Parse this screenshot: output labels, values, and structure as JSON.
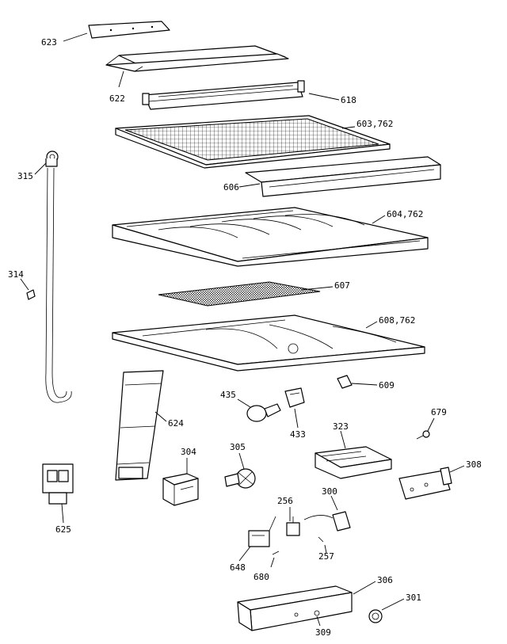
{
  "labels": {
    "p623": "623",
    "p622": "622",
    "p618": "618",
    "p603": "603,762",
    "p606": "606",
    "p315": "315",
    "p604": "604,762",
    "p314": "314",
    "p607": "607",
    "p608": "608,762",
    "p609": "609",
    "p435": "435",
    "p624": "624",
    "p433": "433",
    "p323": "323",
    "p679": "679",
    "p304": "304",
    "p305": "305",
    "p308": "308",
    "p625": "625",
    "p256": "256",
    "p300": "300",
    "p257": "257",
    "p648": "648",
    "p680": "680",
    "p306": "306",
    "p301": "301",
    "p309": "309"
  }
}
